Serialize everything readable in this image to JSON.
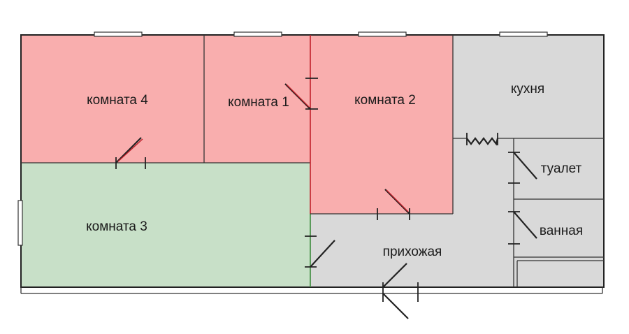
{
  "colors": {
    "bedroom_red": "#f9aeae",
    "living_green": "#c8e0c8",
    "service_grey": "#d9d9d9",
    "wall": "#222222",
    "red_partition": "#c0202a",
    "green_partition": "#3b8a3b"
  },
  "rooms": {
    "room4": {
      "label": "комната 4"
    },
    "room1": {
      "label": "комната 1"
    },
    "room2": {
      "label": "комната 2"
    },
    "room3": {
      "label": "комната 3"
    },
    "kitchen": {
      "label": "кухня"
    },
    "toilet": {
      "label": "туалет"
    },
    "bathroom": {
      "label": "ванная"
    },
    "hallway": {
      "label": "прихожая"
    }
  }
}
